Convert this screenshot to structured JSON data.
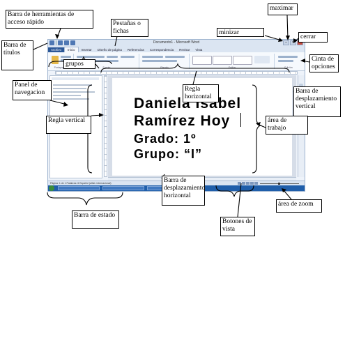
{
  "word_window": {
    "title": "Documento1 - Microsoft Word",
    "tabs": [
      "Archivo",
      "Inicio",
      "Insertar",
      "Diseño de página",
      "Referencias",
      "Correspondencia",
      "Revisar",
      "Vista"
    ],
    "ribbon_groups": [
      "Portapapeles",
      "Fuente",
      "Párrafo",
      "Estilos",
      "Edición"
    ],
    "status_text": "Página: 1 de 1   Palabras: 6   Español (alfab. internacional)",
    "zoom_percent": 100,
    "document_lines": [
      "Daniela Isabel",
      "Ramírez Hoy",
      "Grado: 1º",
      "Grupo: “I”"
    ]
  },
  "callouts": {
    "qat": "Barra de herramientas de acceso rápido",
    "titlebar": "Barra de títulos",
    "tabs": "Pestañas o fichas",
    "maximize": "maximar",
    "minimize": "minizar",
    "close": "cerrar",
    "groups": "grupos",
    "ribbon": "Cinta de opciones",
    "nav_pane": "Panel de navegacion",
    "h_ruler": "Regla horizontal",
    "v_scroll": "Barra de desplazamiento vertical",
    "v_ruler": "Regla vertical",
    "work_area": "área de trabajo",
    "h_scroll": "Barra de desplazamiento horizontal",
    "status_bar": "Barra de estado",
    "view_buttons": "Botones de vista",
    "zoom_area": "área de zoom"
  }
}
